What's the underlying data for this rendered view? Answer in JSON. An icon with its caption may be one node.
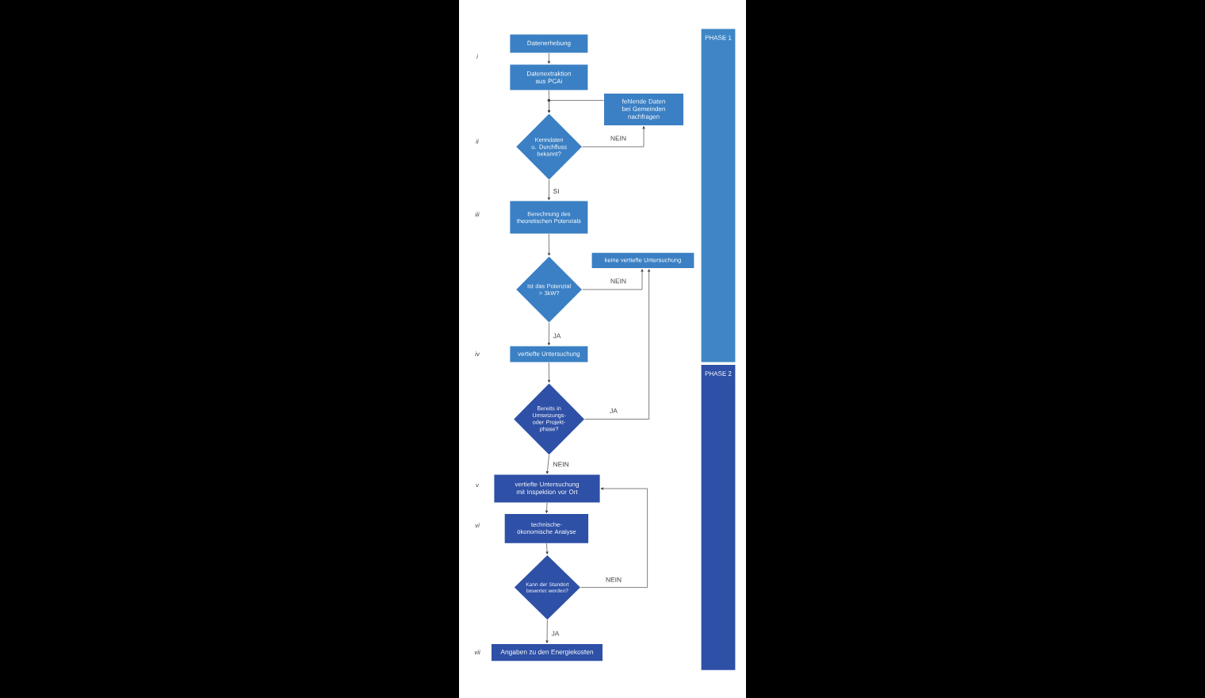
{
  "diagram": {
    "nodes": [
      {
        "text": [
          "Datenerhebung"
        ]
      },
      {
        "text": [
          "Datenextraktion aus PCAi"
        ]
      },
      {
        "text": [
          "fehlende Daten bei Gemeinden nachfragen"
        ]
      },
      {
        "text": [
          "Kenndaten u. Durchfluss bekannt?"
        ]
      },
      {
        "text": [
          "Berechnung des theoretischen Potenzials"
        ]
      },
      {
        "text": [
          "Ist das Potenzial > 3kW?"
        ]
      },
      {
        "text": [
          "keine vertiefte Untersuchung"
        ]
      },
      {
        "text": [
          "vertiefte Untersuchung"
        ]
      },
      {
        "text": [
          "Bereits in Umsetzungs- oder Projekt-phase?"
        ]
      },
      {
        "text": [
          "vertiefte Untersuchung mit Inspektion vor Ort"
        ]
      },
      {
        "text": [
          "technische-ökonomische Analyse"
        ]
      },
      {
        "text": [
          "Kann der Standort bewertet werden?"
        ]
      },
      {
        "text": [
          "Angaben zu den Energiekosten"
        ]
      },
      {
        "text": [
          "PHASE 1"
        ]
      },
      {
        "text": [
          "PHASE 2"
        ]
      }
    ],
    "edges": [
      {
        "from": 0,
        "to": 1,
        "arrow": "to"
      },
      {
        "from": 1,
        "to": 3,
        "arrow": "to"
      },
      {
        "from": 3,
        "to": 2,
        "arrow": "to",
        "label": "NEIN"
      },
      {
        "from": 2,
        "to": 3,
        "arrow": "to"
      },
      {
        "from": 3,
        "to": 4,
        "arrow": "to",
        "label": "SI"
      },
      {
        "from": 4,
        "to": 5,
        "arrow": "to"
      },
      {
        "from": 5,
        "to": 6,
        "arrow": "to",
        "label": "NEIN"
      },
      {
        "from": 5,
        "to": 7,
        "arrow": "to",
        "label": "JA"
      },
      {
        "from": 7,
        "to": 8,
        "arrow": "to"
      },
      {
        "from": 8,
        "to": 6,
        "arrow": "to",
        "label": "JA"
      },
      {
        "from": 8,
        "to": 9,
        "arrow": "to",
        "label": "NEIN"
      },
      {
        "from": 9,
        "to": 10,
        "arrow": "to"
      },
      {
        "from": 10,
        "to": 11,
        "arrow": "to"
      },
      {
        "from": 11,
        "to": 9,
        "arrow": "to",
        "label": "NEIN"
      },
      {
        "from": 11,
        "to": 12,
        "arrow": "to",
        "label": "JA"
      }
    ],
    "labels": [
      "i",
      "ii",
      "iii",
      "iv",
      "v",
      "vi",
      "vii"
    ]
  }
}
